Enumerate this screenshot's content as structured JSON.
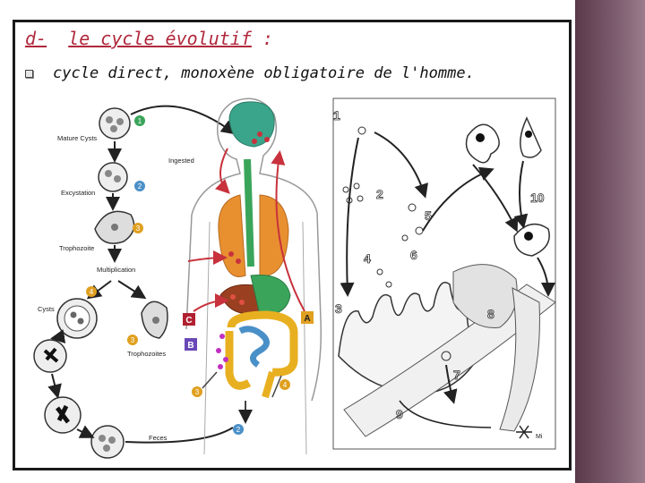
{
  "slide": {
    "title_prefix": "d-",
    "title_main": "le cycle évolutif",
    "title_colon": ":",
    "bullet_text": "cycle direct, monoxène obligatoire de l'homme."
  },
  "left_diagram": {
    "stages": {
      "mature_cysts": "Mature Cysts",
      "excystation": "Excystation",
      "trophozoite": "Trophozoite",
      "multiplication": "Multiplication",
      "cysts": "Cysts",
      "trophozoites": "Trophozoites",
      "ingested": "Ingested",
      "feces": "Feces"
    },
    "numbers": {
      "n1": "1",
      "n2": "2",
      "n3": "3",
      "n4": "4",
      "b3": "3",
      "b4": "4",
      "b2": "2",
      "l3": "3"
    },
    "letters": {
      "a": "A",
      "b": "B",
      "c": "C"
    }
  },
  "right_diagram": {
    "numbers": [
      "1",
      "2",
      "3",
      "4",
      "5",
      "6",
      "7",
      "8",
      "9",
      "10"
    ],
    "signature": "Mi"
  }
}
